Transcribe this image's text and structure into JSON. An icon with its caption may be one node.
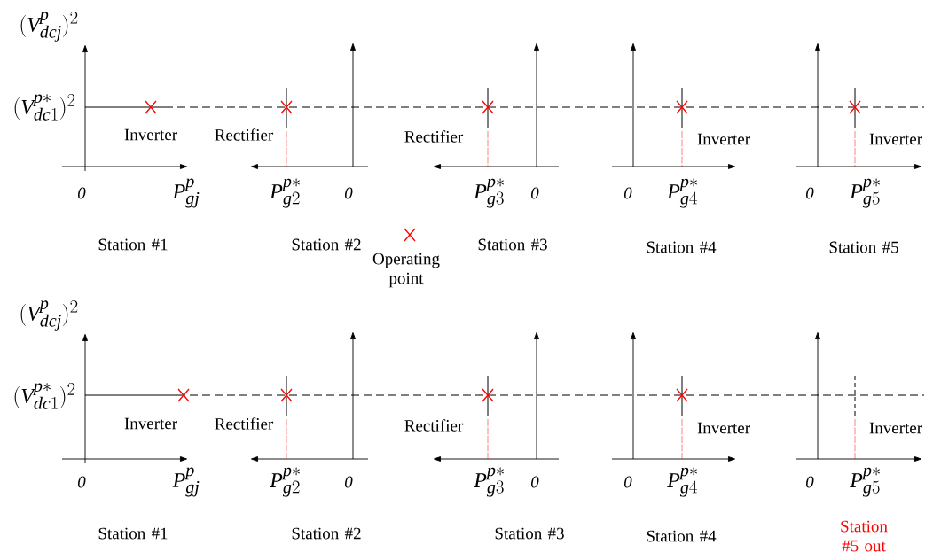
{
  "diagram": {
    "labels": [
      "(V_{dcj}^{p})^{2}",
      "(V_{dc1}^{p*})^{2}",
      "Inverter",
      "Rectifier",
      "Rectifier",
      "Inverter",
      "Inverter",
      "0",
      "P_{gj}^{p}",
      "P_{g2}^{p*}",
      "0",
      "P_{g3}^{p*}",
      "0",
      "0",
      "P_{g4}^{p*}",
      "0",
      "P_{g5}^{p*}",
      "Station #1",
      "Station #2",
      "Station #3",
      "Station #4",
      "Station #5",
      "(V_{dcj}^{p})^{2}",
      "(V_{dc1}^{p*})^{2}",
      "Inverter",
      "Rectifier",
      "Rectifier",
      "Inverter",
      "Inverter",
      "0",
      "P_{gj}^{p}",
      "P_{g2}^{p*}",
      "0",
      "P_{g3}^{p*}",
      "0",
      "0",
      "P_{g4}^{p*}",
      "0",
      "P_{g5}^{p*}",
      "Station #1",
      "Station #2",
      "Station #3",
      "Station #4",
      "Station #5 out"
    ],
    "legend": [
      {
        "text": "Operating point"
      }
    ]
  }
}
